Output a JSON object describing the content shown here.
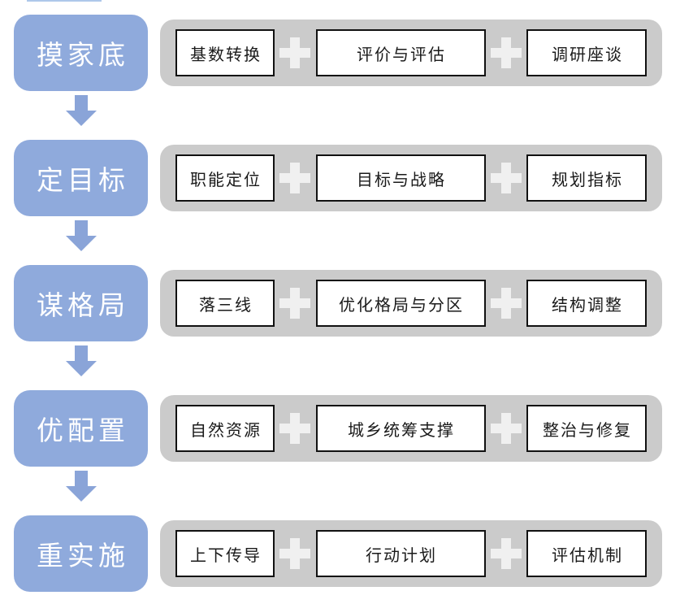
{
  "rows": [
    {
      "stage": "摸家底",
      "steps": [
        "基数转换",
        "评价与评估",
        "调研座谈"
      ]
    },
    {
      "stage": "定目标",
      "steps": [
        "职能定位",
        "目标与战略",
        "规划指标"
      ]
    },
    {
      "stage": "谋格局",
      "steps": [
        "落三线",
        "优化格局与分区",
        "结构调整"
      ]
    },
    {
      "stage": "优配置",
      "steps": [
        "自然资源",
        "城乡统筹支撑",
        "整治与修复"
      ]
    },
    {
      "stage": "重实施",
      "steps": [
        "上下传导",
        "行动计划",
        "评估机制"
      ]
    }
  ],
  "icons": {
    "plus-icon": "css-cross",
    "down-arrow-icon": "css-block-arrow"
  },
  "colors": {
    "stage_fill": "#8faadc",
    "stage_text": "#ffffff",
    "arrow_fill": "#8aa4d8",
    "bar_fill": "#cbcbcb",
    "step_fill": "#ffffff",
    "step_border": "#111111",
    "step_text": "#1a1a1a",
    "plus_fill": "#f0f0f0",
    "crop_line": "#aec8ea"
  }
}
